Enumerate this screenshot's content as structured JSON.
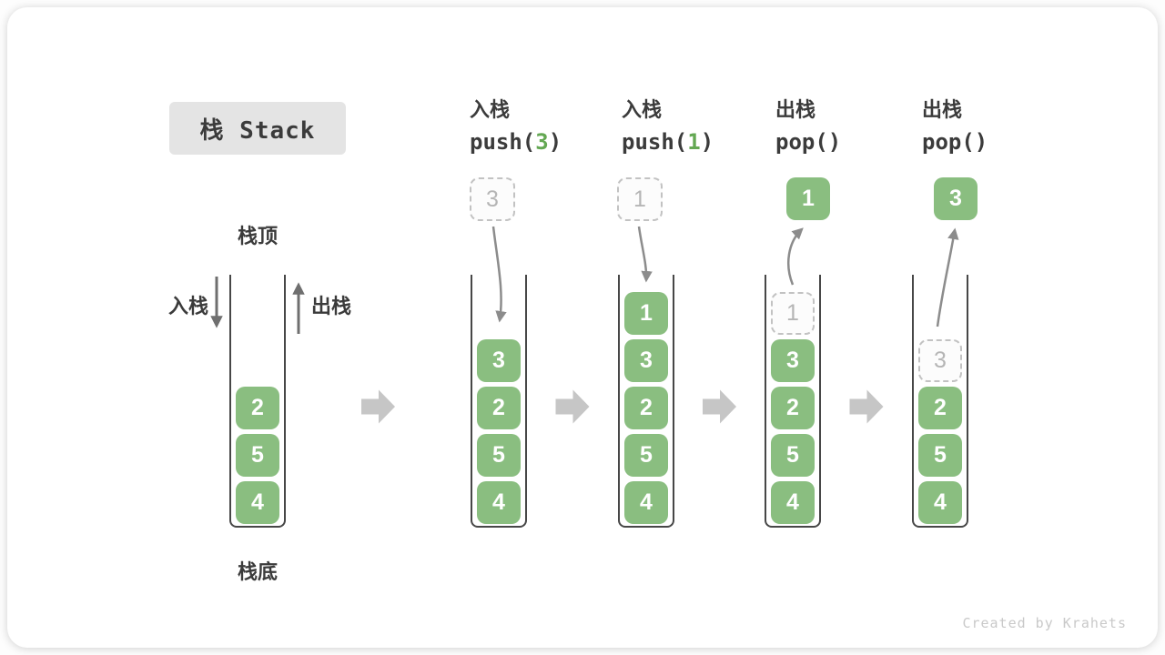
{
  "title": "栈 Stack",
  "labels": {
    "stack_top": "栈顶",
    "stack_bottom": "栈底",
    "push_side": "入栈",
    "pop_side": "出栈"
  },
  "operations": [
    {
      "name": "入栈",
      "code_pre": "push(",
      "code_arg": "3",
      "code_post": ")"
    },
    {
      "name": "入栈",
      "code_pre": "push(",
      "code_arg": "1",
      "code_post": ")"
    },
    {
      "name": "出栈",
      "code_pre": "pop(",
      "code_arg": "",
      "code_post": ")"
    },
    {
      "name": "出栈",
      "code_pre": "pop(",
      "code_arg": "",
      "code_post": ")"
    }
  ],
  "stacks": [
    {
      "name": "stack-initial",
      "cells": [
        "2",
        "5",
        "4"
      ],
      "ghost_top": null,
      "float": null
    },
    {
      "name": "stack-after-push-3",
      "cells": [
        "3",
        "2",
        "5",
        "4"
      ],
      "ghost_top": null,
      "float": {
        "value": "3",
        "style": "dashed",
        "direction": "in"
      }
    },
    {
      "name": "stack-after-push-1",
      "cells": [
        "1",
        "3",
        "2",
        "5",
        "4"
      ],
      "ghost_top": null,
      "float": {
        "value": "1",
        "style": "dashed",
        "direction": "in"
      }
    },
    {
      "name": "stack-after-pop-1",
      "cells": [
        "3",
        "2",
        "5",
        "4"
      ],
      "ghost_top": "1",
      "float": {
        "value": "1",
        "style": "solid",
        "direction": "out"
      }
    },
    {
      "name": "stack-after-pop-3",
      "cells": [
        "2",
        "5",
        "4"
      ],
      "ghost_top": "3",
      "float": {
        "value": "3",
        "style": "solid",
        "direction": "out"
      }
    }
  ],
  "watermark": "Created by Krahets",
  "colors": {
    "cell_green": "#8abe80",
    "code_arg_green": "#64a853",
    "text_dark": "#3b3b3b",
    "title_bg": "#e4e4e4",
    "curve_arrow": "#8c8c8c",
    "side_arrow": "#6f6f6f",
    "block_arrow": "#c6c6c6",
    "dashed_border": "#c2c2c2",
    "dashed_text": "#b5b5b5",
    "wall": "#474747",
    "watermark_gray": "#c9c9c9"
  }
}
